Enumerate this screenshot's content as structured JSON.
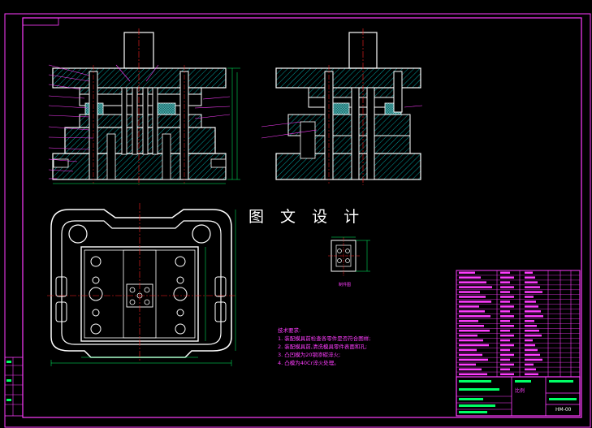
{
  "watermark": "图 文 设 计",
  "technical_requirements": {
    "title": "技术要求:",
    "items": [
      "1. 装配模具前检查各零件是否符合图样;",
      "2. 装配模具前,清洗模具零件表面和孔;",
      "3. 凸凹模为20钢渗碳淬火;",
      "4. 凸模为40Cr淬火处理。"
    ]
  },
  "part_caption": "制件图",
  "title_block": {
    "scale": "比例",
    "drawing_no": "HM-00"
  },
  "colors": {
    "background": "#000000",
    "frame": "#ff3cff",
    "geometry": "#ffffff",
    "hatch": "#00e5e5",
    "center": "#ff2020",
    "dimension": "#00ff66",
    "spring": "#3a9a9a"
  }
}
